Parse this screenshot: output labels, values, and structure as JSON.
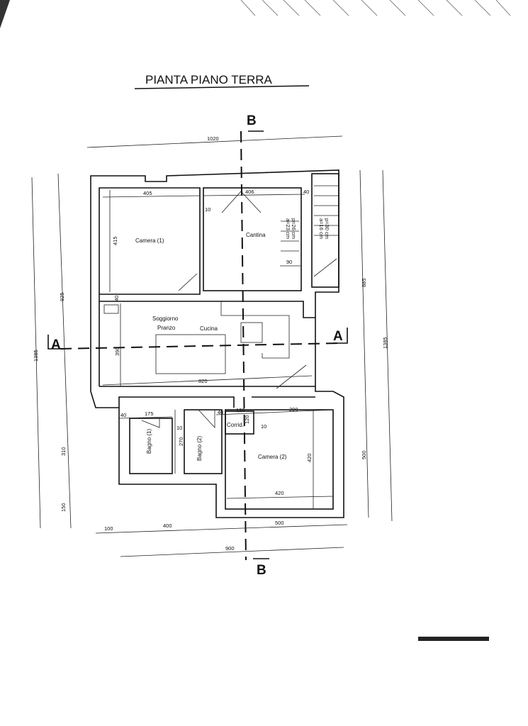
{
  "title": "PIANTA PIANO TERRA",
  "section_markers": {
    "a": "A",
    "b": "B"
  },
  "rooms": {
    "camera1": "Camera (1)",
    "cantina": "Cantina",
    "soggiorno": "Soggiorno",
    "pranzo": "Pranzo",
    "cucina": "Cucina",
    "bagno1": "Bagno (1)",
    "bagno2": "Bagno (2)",
    "corridoio": "Corrid.",
    "camera2": "Camera (2)"
  },
  "stairs": {
    "s1_riser": "a=23 cm",
    "s1_tread": "p=26 cm",
    "s2_riser": "a=16 cm",
    "s2_tread": "p=30 cm"
  },
  "dimensions": {
    "top_total": "1020",
    "left_total": "1385",
    "left_upper": "925",
    "left_mid": "310",
    "left_low": "150",
    "right_upper": "885",
    "right_total": "1385",
    "right_low": "500",
    "bottom_a": "100",
    "bottom_b": "400",
    "bottom_c": "500",
    "bottom_total": "900",
    "camera1_w": "405",
    "camera1_h": "415",
    "cantina_w": "406",
    "wall_40_top": "40",
    "wall_10_top": "10",
    "stair_w": "90",
    "wall_40_mid": "40",
    "soggiorno_h": "390",
    "soggiorno_w": "820",
    "wall_40_bagno": "40",
    "bagno1_w": "175",
    "wall_10_bagno": "10",
    "bagno2_h": "270",
    "wall_40_corr": "40",
    "corr_w": "120",
    "corr_h": "120",
    "wall_10_corr": "10",
    "camera2_w_top": "290",
    "camera2_h": "420",
    "camera2_w": "420"
  }
}
